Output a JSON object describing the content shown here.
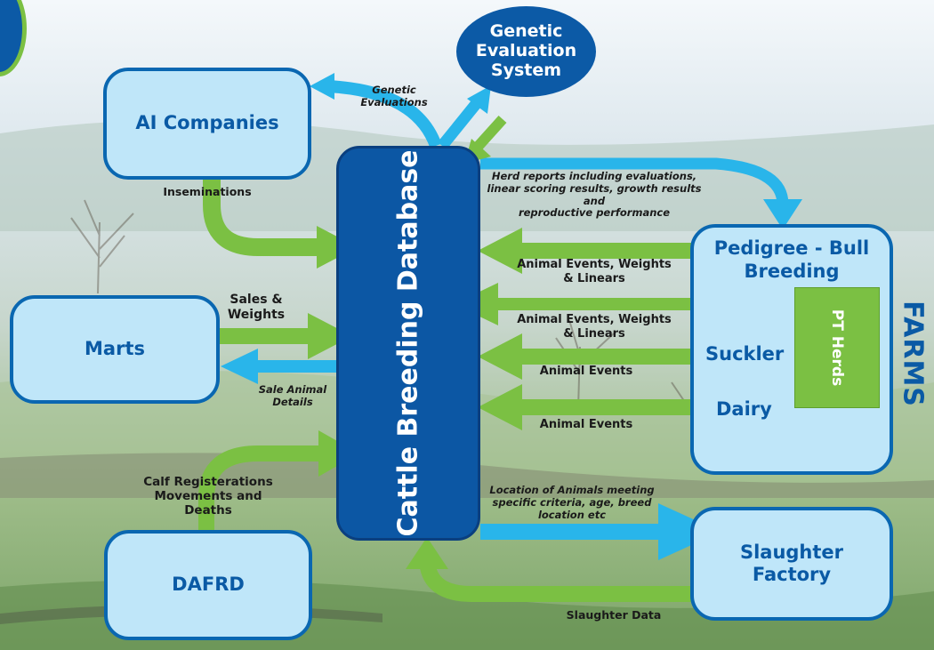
{
  "nodes": {
    "database": "Cattle Breeding Database",
    "genetic_evaluation": [
      "Genetic",
      "Evaluation",
      "System"
    ],
    "ai_companies": "AI Companies",
    "marts": "Marts",
    "dafrd": "DAFRD",
    "slaughter_factory": [
      "Slaughter",
      "Factory"
    ],
    "farms": {
      "title": "FARMS",
      "pedigree": [
        "Pedigree - Bull",
        "Breeding"
      ],
      "suckler": "Suckler",
      "dairy": "Dairy",
      "pt_herds": "PT Herds"
    }
  },
  "flows": {
    "genetic_evaluations": [
      "Genetic",
      "Evaluations"
    ],
    "inseminations": "Inseminations",
    "sales_weights": [
      "Sales &",
      "Weights"
    ],
    "sale_animal_details": [
      "Sale Animal",
      "Details"
    ],
    "calf_registrations": [
      "Calf Registerations",
      "Movements and",
      "Deaths"
    ],
    "herd_reports": [
      "Herd reports including evaluations,",
      "linear scoring results, growth results and",
      "reproductive performance"
    ],
    "pedigree_events": [
      "Animal Events, Weights",
      "& Linears"
    ],
    "pt_events": [
      "Animal Events, Weights",
      "& Linears"
    ],
    "suckler_events": "Animal Events",
    "dairy_events": "Animal Events",
    "location_of_animals": [
      "Location of Animals meeting",
      "specific criteria, age, breed",
      "location etc"
    ],
    "slaughter_data": "Slaughter Data"
  },
  "colors": {
    "inbound_arrow": "#7bc043",
    "outbound_arrow": "#29b5ea",
    "node_fill": "#bfe6f9",
    "node_border": "#0a67b1",
    "database_fill": "#0c57a4"
  }
}
